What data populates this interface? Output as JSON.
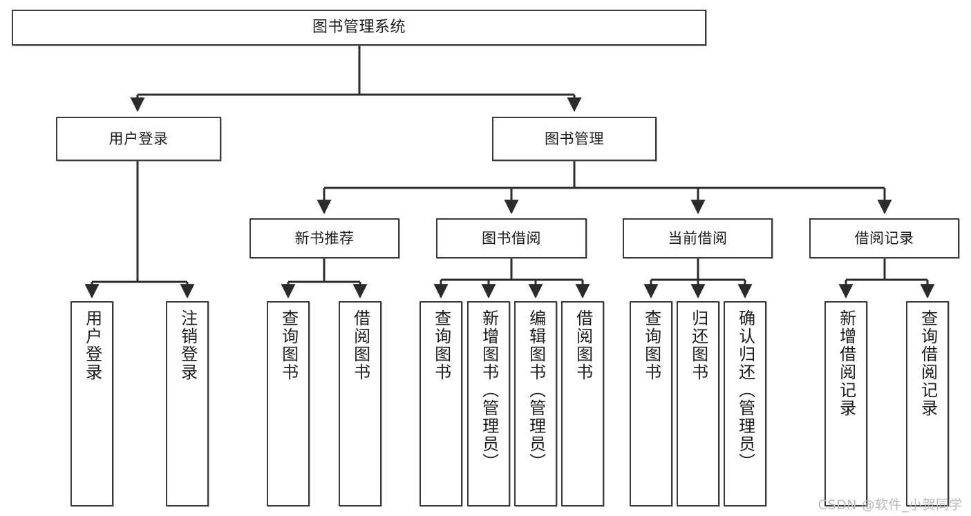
{
  "diagram": {
    "type": "tree-hierarchy",
    "title": "图书管理系统",
    "orientation": "top-down",
    "colors": {
      "box_border": "#3a3a3a",
      "box_fill": "#ffffff",
      "connector": "#2b2b2b",
      "text": "#1b1b1b",
      "watermark": "#b9b9b9"
    },
    "root": {
      "label": "图书管理系统"
    },
    "level2": [
      {
        "id": "login",
        "label": "用户登录"
      },
      {
        "id": "bookmgmt",
        "label": "图书管理"
      }
    ],
    "level3": [
      {
        "id": "newbooks",
        "label": "新书推荐",
        "parent": "bookmgmt"
      },
      {
        "id": "borrow",
        "label": "图书借阅",
        "parent": "bookmgmt"
      },
      {
        "id": "current",
        "label": "当前借阅",
        "parent": "bookmgmt"
      },
      {
        "id": "records",
        "label": "借阅记录",
        "parent": "bookmgmt"
      }
    ],
    "leaves": {
      "login": [
        {
          "label": "用户登录"
        },
        {
          "label": "注销登录"
        }
      ],
      "newbooks": [
        {
          "label": "查询图书"
        },
        {
          "label": "借阅图书"
        }
      ],
      "borrow": [
        {
          "label": "查询图书"
        },
        {
          "label": "新增图书（管理员）"
        },
        {
          "label": "编辑图书（管理员）"
        },
        {
          "label": "借阅图书"
        }
      ],
      "current": [
        {
          "label": "查询图书"
        },
        {
          "label": "归还图书"
        },
        {
          "label": "确认归还（管理员）"
        }
      ],
      "records": [
        {
          "label": "新增借阅记录"
        },
        {
          "label": "查询借阅记录"
        }
      ]
    }
  },
  "watermark": {
    "text": "CSDN @软件_小贺同学"
  }
}
